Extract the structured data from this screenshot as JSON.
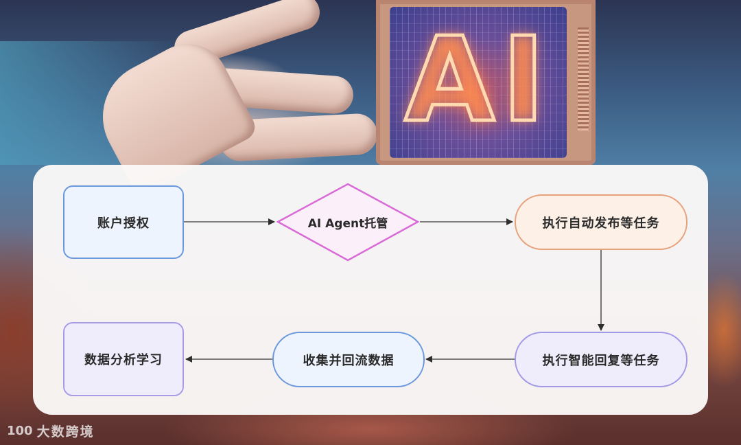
{
  "background": {
    "chip_label": "AI"
  },
  "diagram": {
    "type": "flowchart",
    "nodes": [
      {
        "id": "account-auth",
        "label": "账户授权",
        "shape": "rounded-rect",
        "border": "#6b98dd",
        "fill": "#eef4fd"
      },
      {
        "id": "ai-agent",
        "label": "AI Agent托管",
        "shape": "diamond",
        "border": "#d96bd6",
        "fill": "#fbf0fa"
      },
      {
        "id": "auto-publish",
        "label": "执行自动发布等任务",
        "shape": "pill",
        "border": "#e6a27c",
        "fill": "#fdf0e6"
      },
      {
        "id": "smart-reply",
        "label": "执行智能回复等任务",
        "shape": "pill",
        "border": "#a39ae6",
        "fill": "#efedfc"
      },
      {
        "id": "collect-data",
        "label": "收集并回流数据",
        "shape": "pill",
        "border": "#6b98dd",
        "fill": "#eef4fd"
      },
      {
        "id": "data-analysis",
        "label": "数据分析学习",
        "shape": "rounded-rect",
        "border": "#a99ce6",
        "fill": "#efedfc"
      }
    ],
    "edges": [
      {
        "from": "account-auth",
        "to": "ai-agent"
      },
      {
        "from": "ai-agent",
        "to": "auto-publish"
      },
      {
        "from": "auto-publish",
        "to": "smart-reply"
      },
      {
        "from": "smart-reply",
        "to": "collect-data"
      },
      {
        "from": "collect-data",
        "to": "data-analysis"
      }
    ],
    "edge_color": "#3a3a3a"
  },
  "watermark": {
    "logo": "100",
    "text": "大数跨境"
  }
}
